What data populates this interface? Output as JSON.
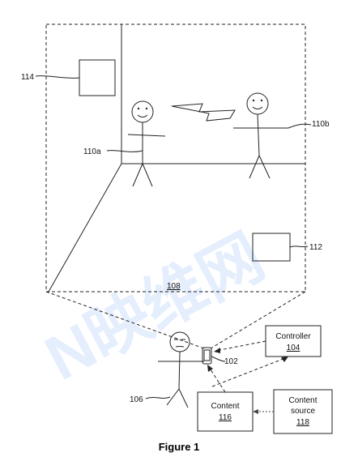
{
  "watermark": {
    "text": "N映维网"
  },
  "labels": {
    "room": "108",
    "picture": "114",
    "user_a": "110a",
    "user_b": "110b",
    "box_112": "112",
    "device": "102",
    "user_106": "106"
  },
  "boxes": {
    "controller_title": "Controller",
    "controller_ref": "104",
    "content_title": "Content",
    "content_ref": "116",
    "source_line1": "Content",
    "source_line2": "source",
    "source_ref": "118"
  },
  "caption": "Figure 1"
}
